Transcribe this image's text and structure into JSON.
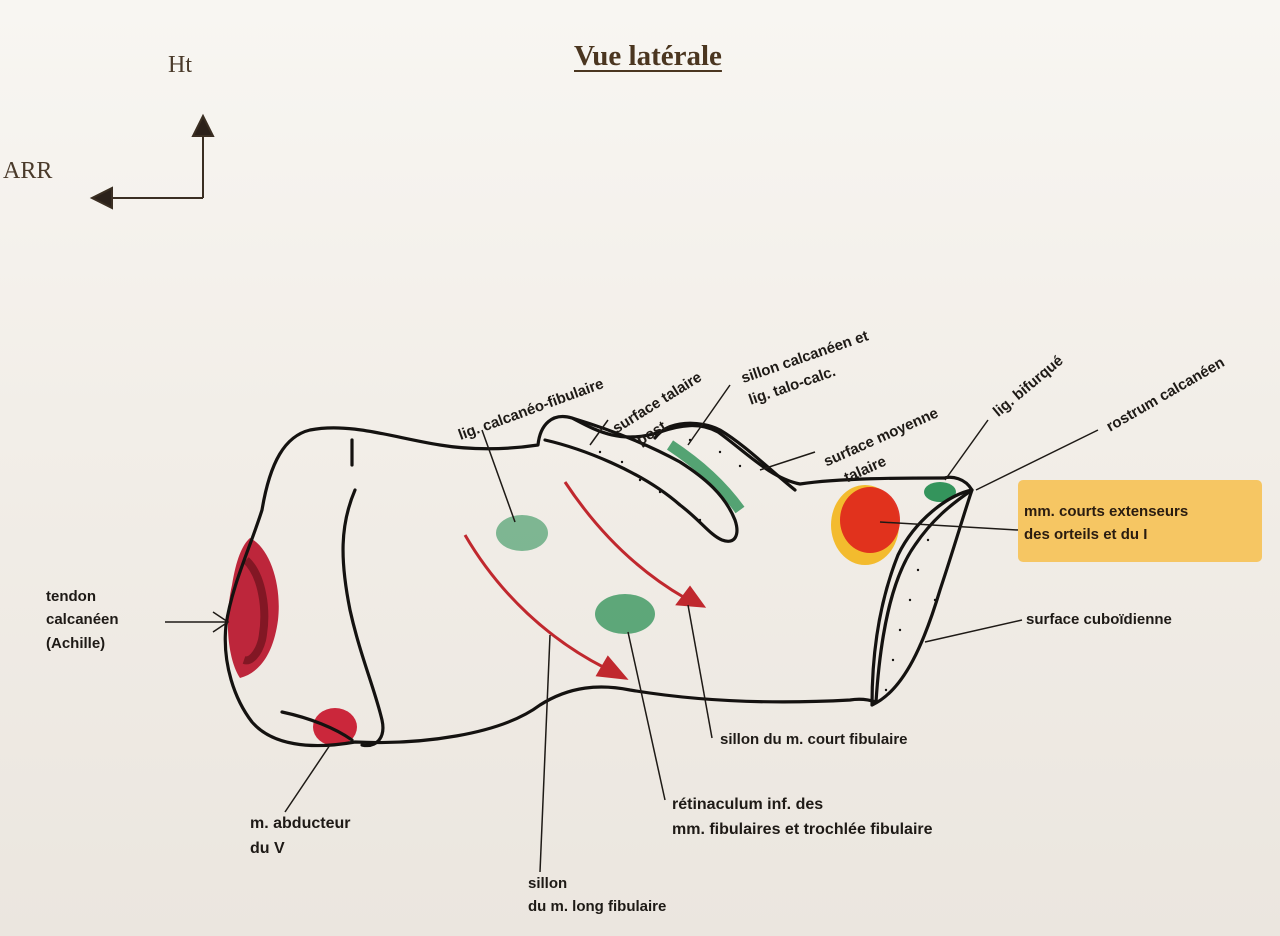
{
  "title": "Vue latérale",
  "orientation": {
    "up_label": "Ht",
    "back_label": "ARR"
  },
  "labels": {
    "tendon_calcaneen": [
      "tendon",
      "calcanéen",
      "(Achille)"
    ],
    "abducteur": [
      "m. abducteur",
      "du V"
    ],
    "sillon_long": [
      "sillon",
      "du m. long fibulaire"
    ],
    "retinaculum": [
      "rétinaculum inf. des",
      "mm. fibulaires et trochlée fibulaire"
    ],
    "sillon_court": "sillon du m. court fibulaire",
    "surface_cuboidienne": "surface cuboïdienne",
    "courts_extenseurs": [
      "mm. courts extenseurs",
      "des orteils et du I"
    ],
    "lig_calcaneo_fibulaire": "lig. calcanéo-fibulaire",
    "surface_talaire_post": [
      "surface talaire",
      "post."
    ],
    "sillon_calcaneen": [
      "sillon calcanéen et",
      "lig. talo-calc."
    ],
    "surface_moyenne": [
      "surface moyenne",
      "talaire"
    ],
    "lig_bifurque": "lig. bifurqué",
    "rostrum": "rostrum calcanéen"
  },
  "colors": {
    "ink": "#1e1a16",
    "muscle_red": "#b8152c",
    "ligament_green": "#1f8a4c",
    "tendon_arrow": "#c0282e",
    "highlight": "#f6c663",
    "title_brown": "#4b3620"
  }
}
